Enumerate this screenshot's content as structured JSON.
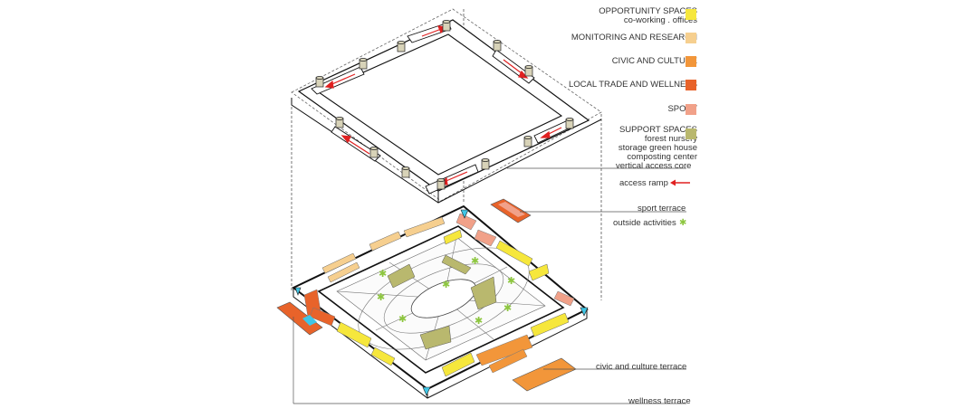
{
  "legend": [
    {
      "id": "opportunity",
      "label": "OPPORTUNITY SPACES",
      "sub": [
        "co-working . offices"
      ],
      "color": "#f6e73c"
    },
    {
      "id": "monitoring",
      "label": "MONITORING AND RESEARCH",
      "sub": [],
      "color": "#f6cf8f"
    },
    {
      "id": "civic",
      "label": "CIVIC AND CULTURE",
      "sub": [],
      "color": "#f2963a"
    },
    {
      "id": "trade",
      "label": "LOCAL TRADE AND WELLNESS",
      "sub": [],
      "color": "#e8632a"
    },
    {
      "id": "sport",
      "label": "SPORT",
      "sub": [],
      "color": "#f1a189"
    },
    {
      "id": "support",
      "label": "SUPPORT SPACES",
      "sub": [
        "forest nursery",
        "storage green house",
        "composting center"
      ],
      "color": "#b9b86e"
    }
  ],
  "callouts": {
    "vertical_access_core": "vertical access core",
    "access_ramp": "access ramp",
    "sport_terrace": "sport terrace",
    "outside_activities": "outside activities",
    "civic_terrace": "civic and culture terrace",
    "wellness_terrace": "wellness terrace"
  },
  "icons": {
    "ramp": "left-arrow-icon",
    "activity": "star-icon"
  },
  "colors": {
    "ramp": "#e02020",
    "activity": "#8dc63f",
    "outline": "#111111",
    "guide": "#555555",
    "core": "#d8d3b8",
    "pin": "#3fc6e6"
  }
}
